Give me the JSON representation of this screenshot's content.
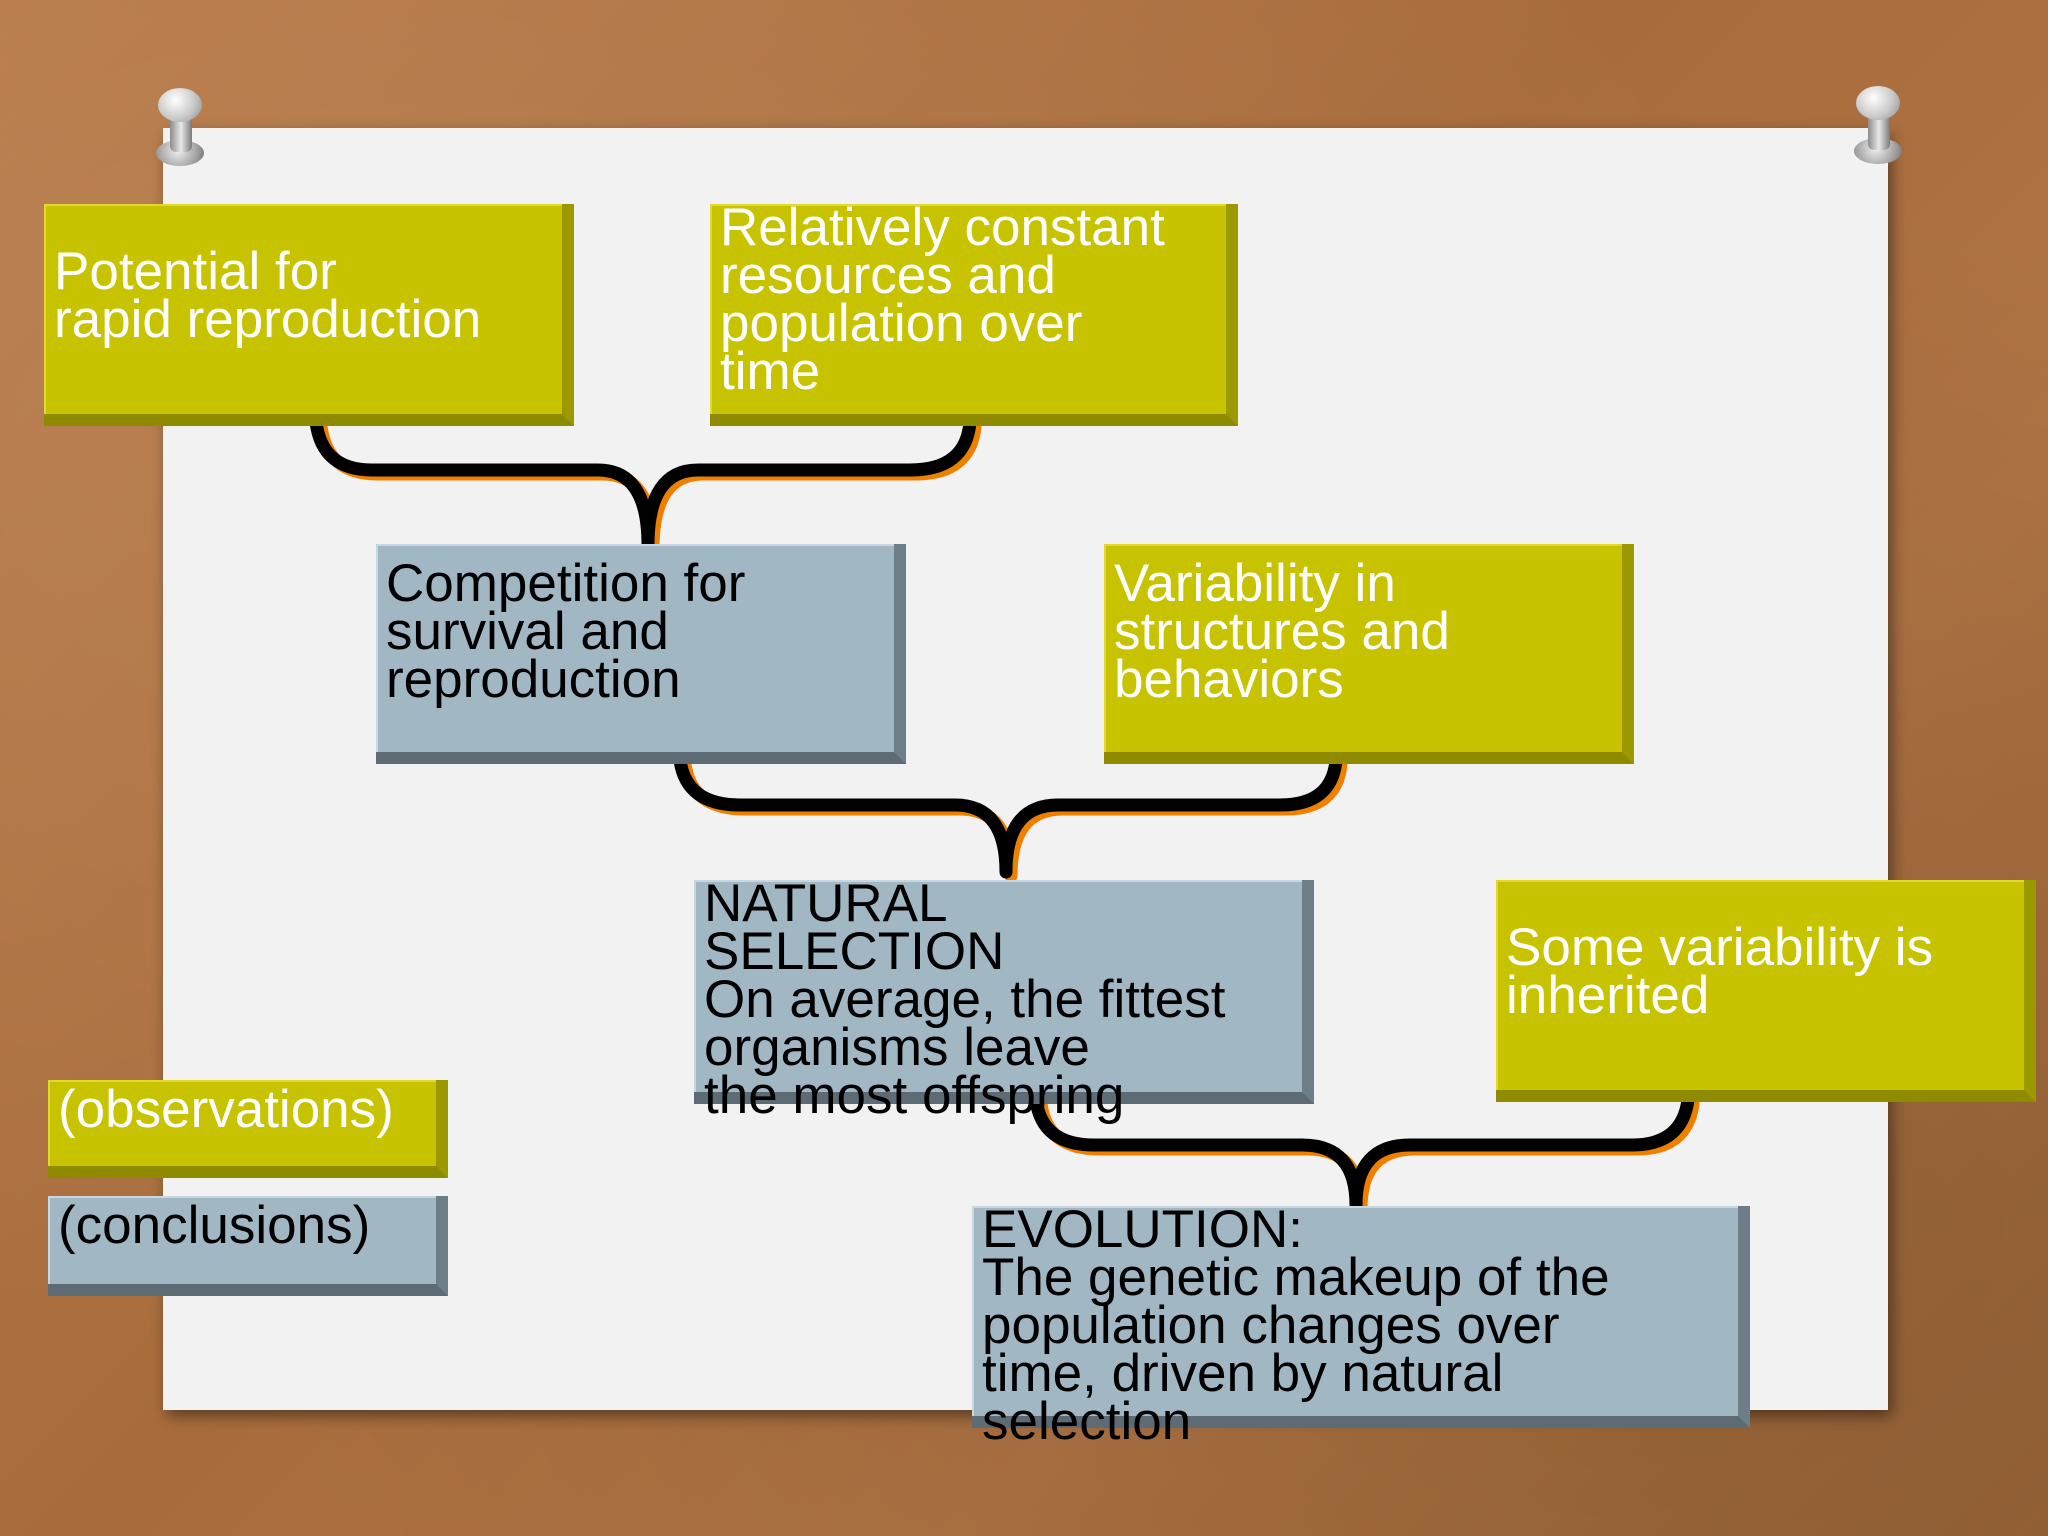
{
  "boxes": {
    "rapid_reproduction": "Potential for\nrapid reproduction",
    "constant_resources": "Relatively constant\nresources and\npopulation over\ntime",
    "competition": "Competition for\nsurvival and\nreproduction",
    "variability": "Variability in\nstructures and\nbehaviors",
    "natural_selection": "NATURAL\nSELECTION\nOn average, the fittest\norganisms leave\nthe most offspring",
    "inherited": "Some variability is\ninherited",
    "evolution": "EVOLUTION:\nThe genetic makeup of the\npopulation changes over\ntime, driven by natural\nselection"
  },
  "legend": {
    "observations": "(observations)",
    "conclusions": "(conclusions)"
  },
  "colors": {
    "observation": "#c8c300",
    "conclusion": "#a1b7c4",
    "connector": "#000000",
    "connector_shadow": "#f07f00"
  }
}
